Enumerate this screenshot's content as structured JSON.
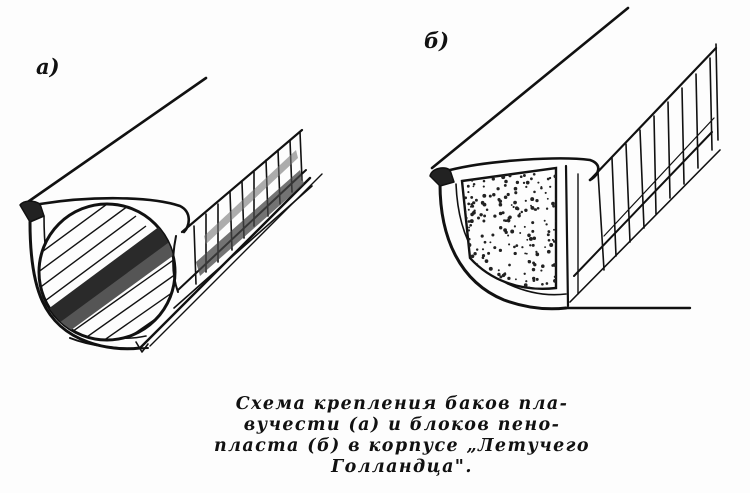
{
  "figure": {
    "panel_a_label": "а)",
    "panel_b_label": "б)",
    "caption_lines": [
      "Схема крепления баков пла-",
      "вучести (а)  и  блоков  пено-",
      "пласта (б) в корпусе „Летучего",
      "Голландца\"."
    ]
  },
  "colors": {
    "ink": "#111111",
    "paper": "#fdfdfd"
  }
}
